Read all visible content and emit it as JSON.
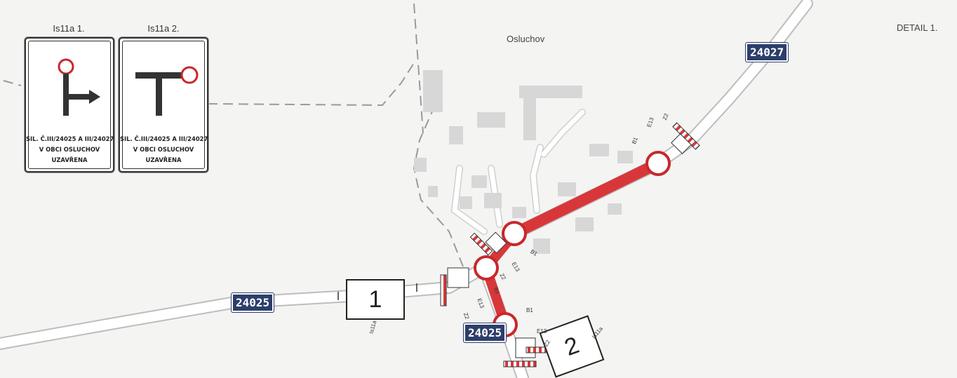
{
  "detail_label": "DETAIL 1.",
  "village_name": "Osluchov",
  "signs": [
    {
      "title": "Is11a 1.",
      "lines": [
        "SIL. Č.III/24025 A III/24027",
        "V OBCI OSLUCHOV",
        "UZAVŘENA"
      ],
      "icon": "turn-right-arrow-icon"
    },
    {
      "title": "Is11a 2.",
      "lines": [
        "SIL. Č.III/24025 A III/24027",
        "V OBCI OSLUCHOV",
        "UZAVŘENA"
      ],
      "icon": "t-junction-icon"
    }
  ],
  "road_numbers": [
    "24027",
    "24025",
    "24025"
  ],
  "segment_boxes": [
    {
      "number": "1",
      "tag": "Is11a"
    },
    {
      "number": "2",
      "tag": "Is11a"
    }
  ],
  "closure_labels": [
    "E13",
    "Z2",
    "B1"
  ],
  "colors": {
    "closure_red": "#d8373a",
    "road_plate": "#2c3e6b",
    "paper": "#f4f4f2"
  }
}
